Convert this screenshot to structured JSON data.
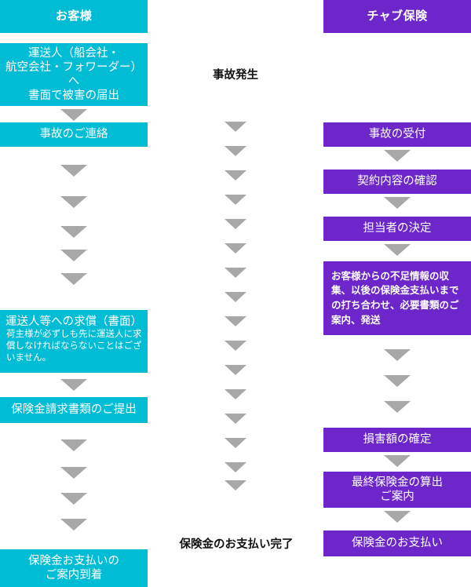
{
  "diagram": {
    "title_customer": "お客様",
    "title_insurer": "チャブ保険",
    "colors": {
      "customer": "#00bcd4",
      "insurer": "#6c26c9",
      "arrow": "#a8a8a8",
      "center_text": "#111111"
    },
    "arrow_icon": "triangle-down-icon"
  },
  "customer_column": {
    "header": "お客様",
    "steps": [
      {
        "id": "report",
        "text": "運送人（船会社・\n航空会社・フォワーダー）へ\n書面で被害の届出"
      },
      {
        "id": "notify",
        "text": "事故のご連絡"
      },
      {
        "id": "claim",
        "title": "運送人等への求償（書面）",
        "body": "荷主様が必ずしも先に運送人に求償しなければならないことはございません。"
      },
      {
        "id": "submit",
        "text": "保険金請求書類のご提出"
      },
      {
        "id": "receive",
        "text": "保険金お支払いの\nご案内到着"
      }
    ]
  },
  "center_column": {
    "top_note": "事故発生",
    "bottom_note": "保険金のお支払い完了"
  },
  "insurer_column": {
    "header": "チャブ保険",
    "steps": [
      {
        "id": "accept",
        "text": "事故の受付"
      },
      {
        "id": "contract",
        "text": "契約内容の確認"
      },
      {
        "id": "assign",
        "text": "担当者の決定"
      },
      {
        "id": "collect",
        "text": "お客様からの不足情報の収集、以後の保険金支払いまでの打ち合わせ、必要書類のご案内、発送"
      },
      {
        "id": "loss",
        "text": "損害額の確定"
      },
      {
        "id": "final",
        "text": "最終保険金の算出\nご案内"
      },
      {
        "id": "payment",
        "text": "保険金のお支払い"
      }
    ]
  }
}
